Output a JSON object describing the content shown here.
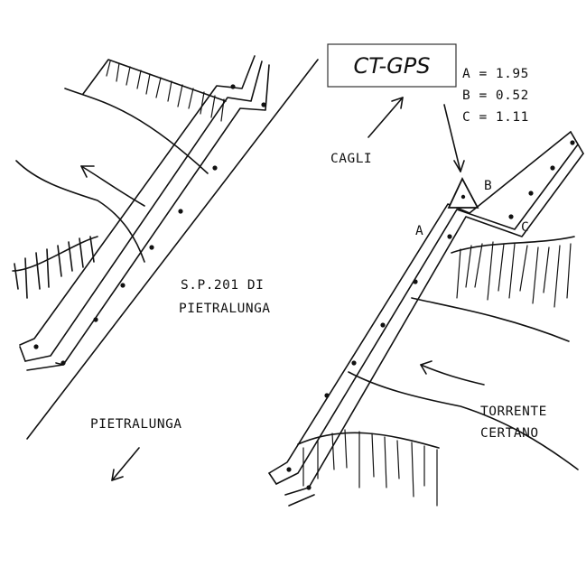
{
  "station": {
    "label": "CT-GPS",
    "measurements": [
      {
        "text": "A = 1.95"
      },
      {
        "text": "B = 0.52"
      },
      {
        "text": "C = 1.11"
      }
    ]
  },
  "points": {
    "a": "A",
    "b": "B",
    "c": "C"
  },
  "labels": {
    "road_line1": "S.P.201 DI",
    "road_line2": "PIETRALUNGA",
    "cagli": "CAGLI",
    "pietralunga": "PIETRALUNGA",
    "stream_line1": "TORRENTE",
    "stream_line2": "CERTANO"
  }
}
